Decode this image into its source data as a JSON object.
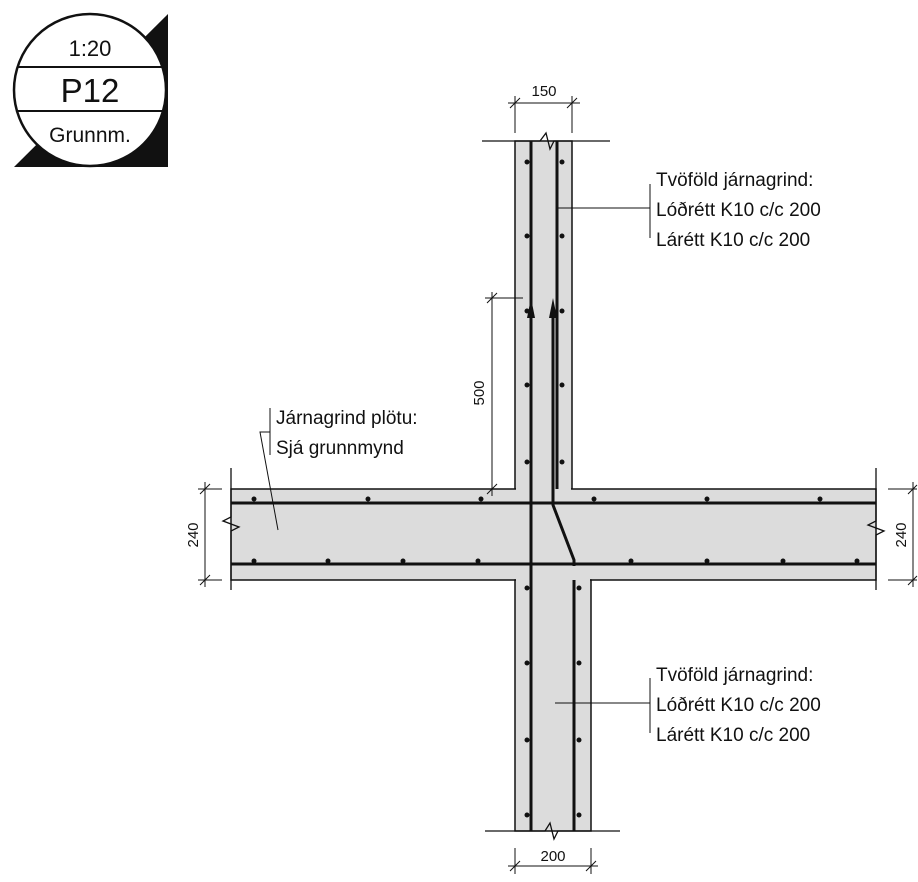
{
  "title_block": {
    "scale": "1:20",
    "detail": "P12",
    "reference": "Grunnm."
  },
  "dimensions": {
    "upper_wall_thickness": "150",
    "lower_wall_thickness": "200",
    "slab_thickness_left": "240",
    "slab_thickness_right": "240",
    "lap_length": "500"
  },
  "notes": {
    "upper_wall": {
      "line1": "Tvöföld járnagrind:",
      "line2": "Lóðrétt K10 c/c 200",
      "line3": "Lárétt K10 c/c 200"
    },
    "slab": {
      "line1": "Járnagrind plötu:",
      "line2": "Sjá grunnmynd"
    },
    "lower_wall": {
      "line1": "Tvöföld járnagrind:",
      "line2": "Lóðrétt K10 c/c 200",
      "line3": "Lárétt K10 c/c 200"
    }
  },
  "colors": {
    "concrete": "#dcdcdc",
    "line": "#111111"
  }
}
